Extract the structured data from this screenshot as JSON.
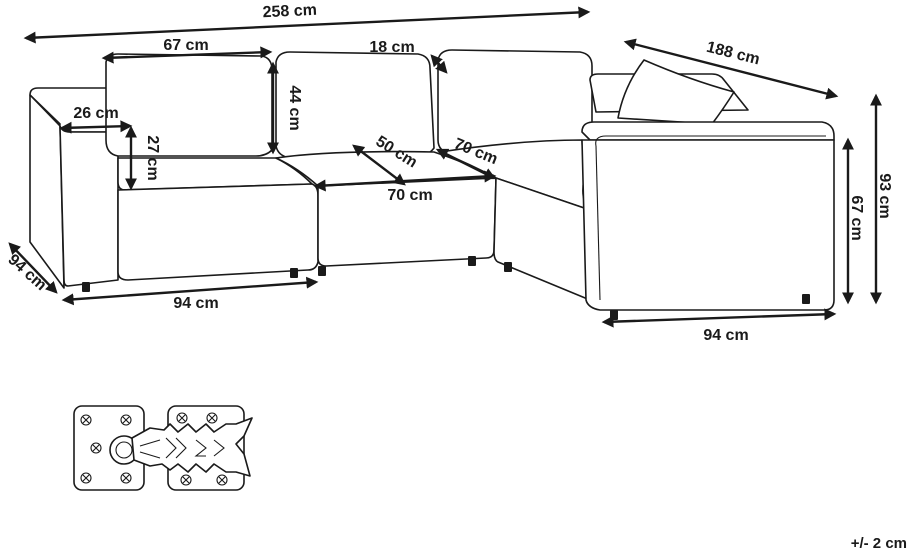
{
  "dimensions": {
    "total_width": "258 cm",
    "armchair_depth": "188 cm",
    "cushion_width": "67 cm",
    "pillow_thickness": "18 cm",
    "back_cushion_height": "44 cm",
    "armrest_width": "26 cm",
    "armrest_height": "27 cm",
    "seat_depth": "50 cm",
    "middle_seat_width": "70 cm",
    "corner_seat_width": "70 cm",
    "total_height": "93 cm",
    "seat_height": "67 cm",
    "left_depth": "94 cm",
    "left_width": "94 cm",
    "right_width": "94 cm"
  },
  "tolerance": "+/- 2 cm",
  "colors": {
    "line": "#1a1a1a",
    "background": "#ffffff"
  }
}
